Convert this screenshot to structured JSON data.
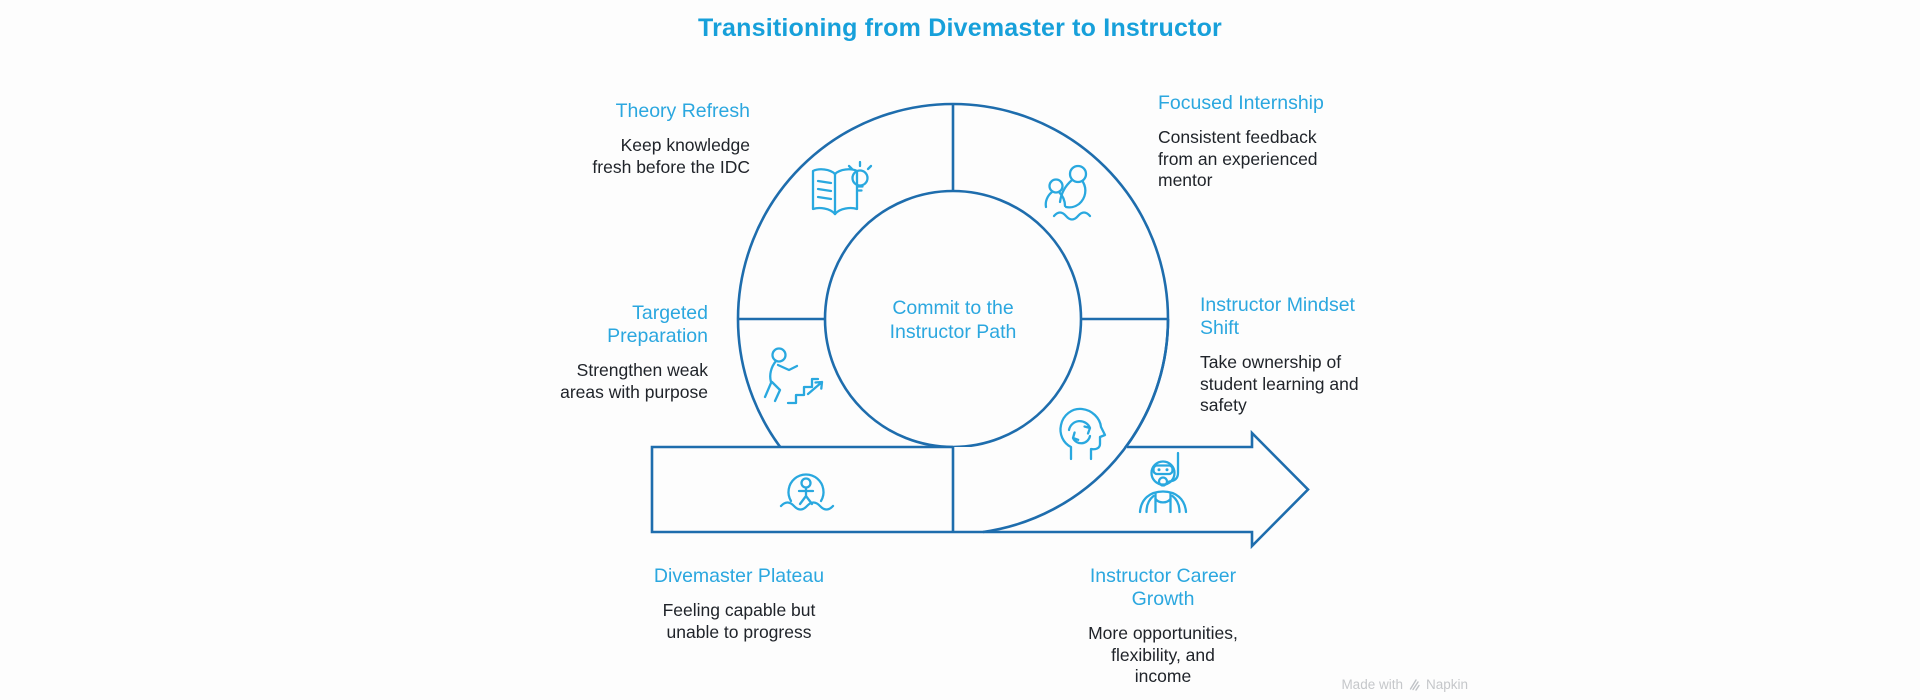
{
  "title": "Transitioning from Divemaster to Instructor",
  "center_label": "Commit to the\nInstructor Path",
  "stages": [
    {
      "heading": "Theory Refresh",
      "body": "Keep knowledge\nfresh before the IDC",
      "icon": "book-lightbulb-icon"
    },
    {
      "heading": "Focused Internship",
      "body": "Consistent feedback\nfrom an experienced\nmentor",
      "icon": "mentor-swimmer-icon"
    },
    {
      "heading": "Targeted\nPreparation",
      "body": "Strengthen weak\nareas with purpose",
      "icon": "climb-stairs-icon"
    },
    {
      "heading": "Instructor Mindset\nShift",
      "body": "Take ownership of\nstudent learning and\nsafety",
      "icon": "head-refresh-icon"
    },
    {
      "heading": "Divemaster Plateau",
      "body": "Feeling capable but\nunable to progress",
      "icon": "person-in-ring-waves-icon"
    },
    {
      "heading": "Instructor Career\nGrowth",
      "body": "More opportunities,\nflexibility, and\nincome",
      "icon": "scuba-diver-icon"
    }
  ],
  "watermark": {
    "prefix": "Made with",
    "brand": "Napkin"
  },
  "colors": {
    "title": "#17a0da",
    "stage_heading": "#2ba7df",
    "body_text": "#20242a",
    "diagram_stroke": "#1e6dad",
    "icon_stroke": "#29a8df",
    "watermark": "#c5c7ca"
  }
}
